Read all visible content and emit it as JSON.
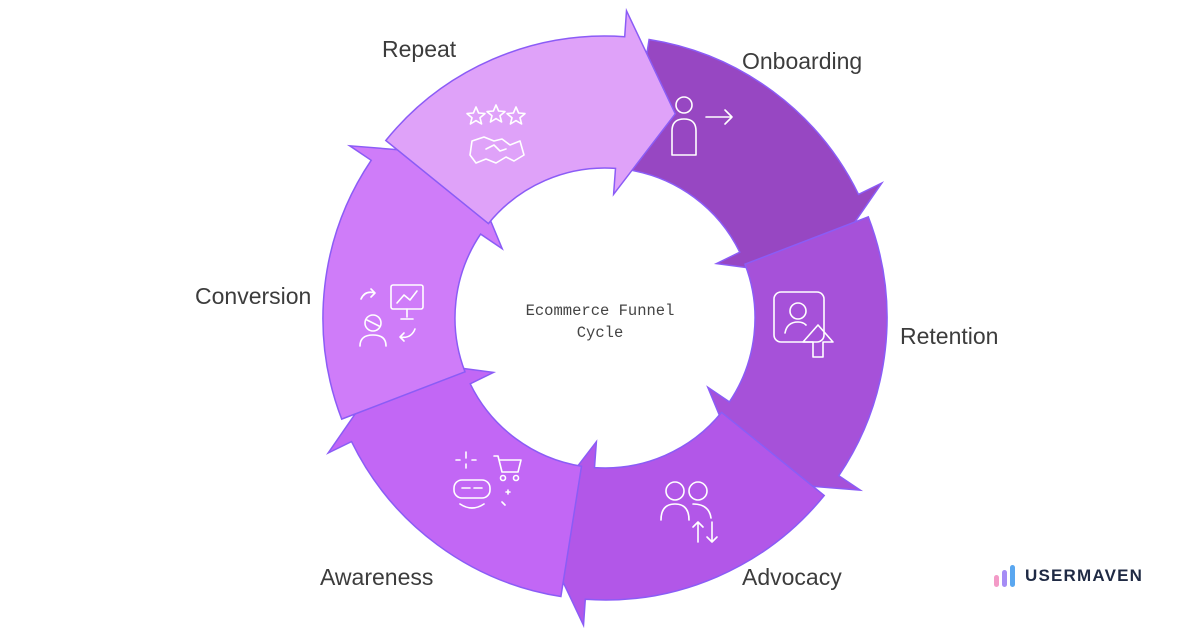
{
  "diagram": {
    "center_title_lines": [
      "Ecommerce Funnel",
      "Cycle"
    ],
    "stages": [
      {
        "label": "Onboarding",
        "icon": "person-arrow-icon",
        "color": "#9747c2"
      },
      {
        "label": "Retention",
        "icon": "profile-upload-icon",
        "color": "#a651d9"
      },
      {
        "label": "Advocacy",
        "icon": "people-exchange-icon",
        "color": "#b257e8"
      },
      {
        "label": "Awareness",
        "icon": "vr-shopping-cart-icon",
        "color": "#c267f5"
      },
      {
        "label": "Conversion",
        "icon": "presentation-person-icon",
        "color": "#cf7cf9"
      },
      {
        "label": "Repeat",
        "icon": "stars-handshake-icon",
        "color": "#dfa2f9"
      }
    ],
    "outline_color": "#8b5cf6"
  },
  "brand": {
    "name": "USERMAVEN",
    "colors": [
      "#f39ac7",
      "#a58cf5",
      "#5aa7f0"
    ]
  }
}
